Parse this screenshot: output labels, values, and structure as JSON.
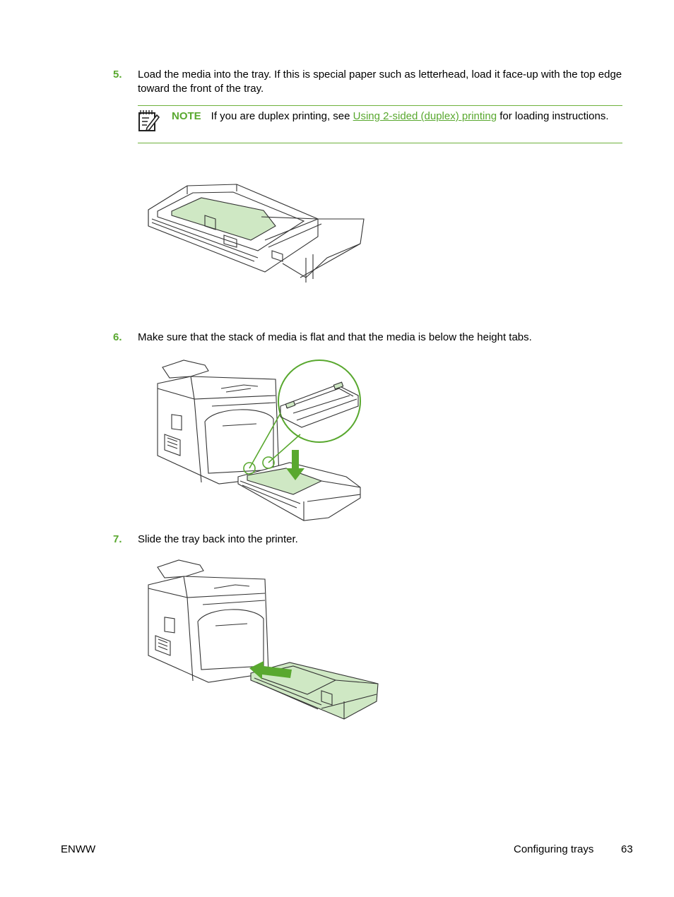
{
  "steps": [
    {
      "number": "5.",
      "text": "Load the media into the tray. If this is special paper such as letterhead, load it face-up with the top edge toward the front of the tray."
    },
    {
      "number": "6.",
      "text": "Make sure that the stack of media is flat and that the media is below the height tabs."
    },
    {
      "number": "7.",
      "text": "Slide the tray back into the printer."
    }
  ],
  "note": {
    "icon": "note-pencil-icon",
    "label": "NOTE",
    "text_before": "If you are duplex printing, see ",
    "link": "Using 2-sided (duplex) printing",
    "text_after": " for loading instructions."
  },
  "colors": {
    "accent": "#59a82f",
    "paper": "#cfe8c4",
    "line": "#333333"
  },
  "footer": {
    "left": "ENWW",
    "section": "Configuring trays",
    "page": "63"
  }
}
